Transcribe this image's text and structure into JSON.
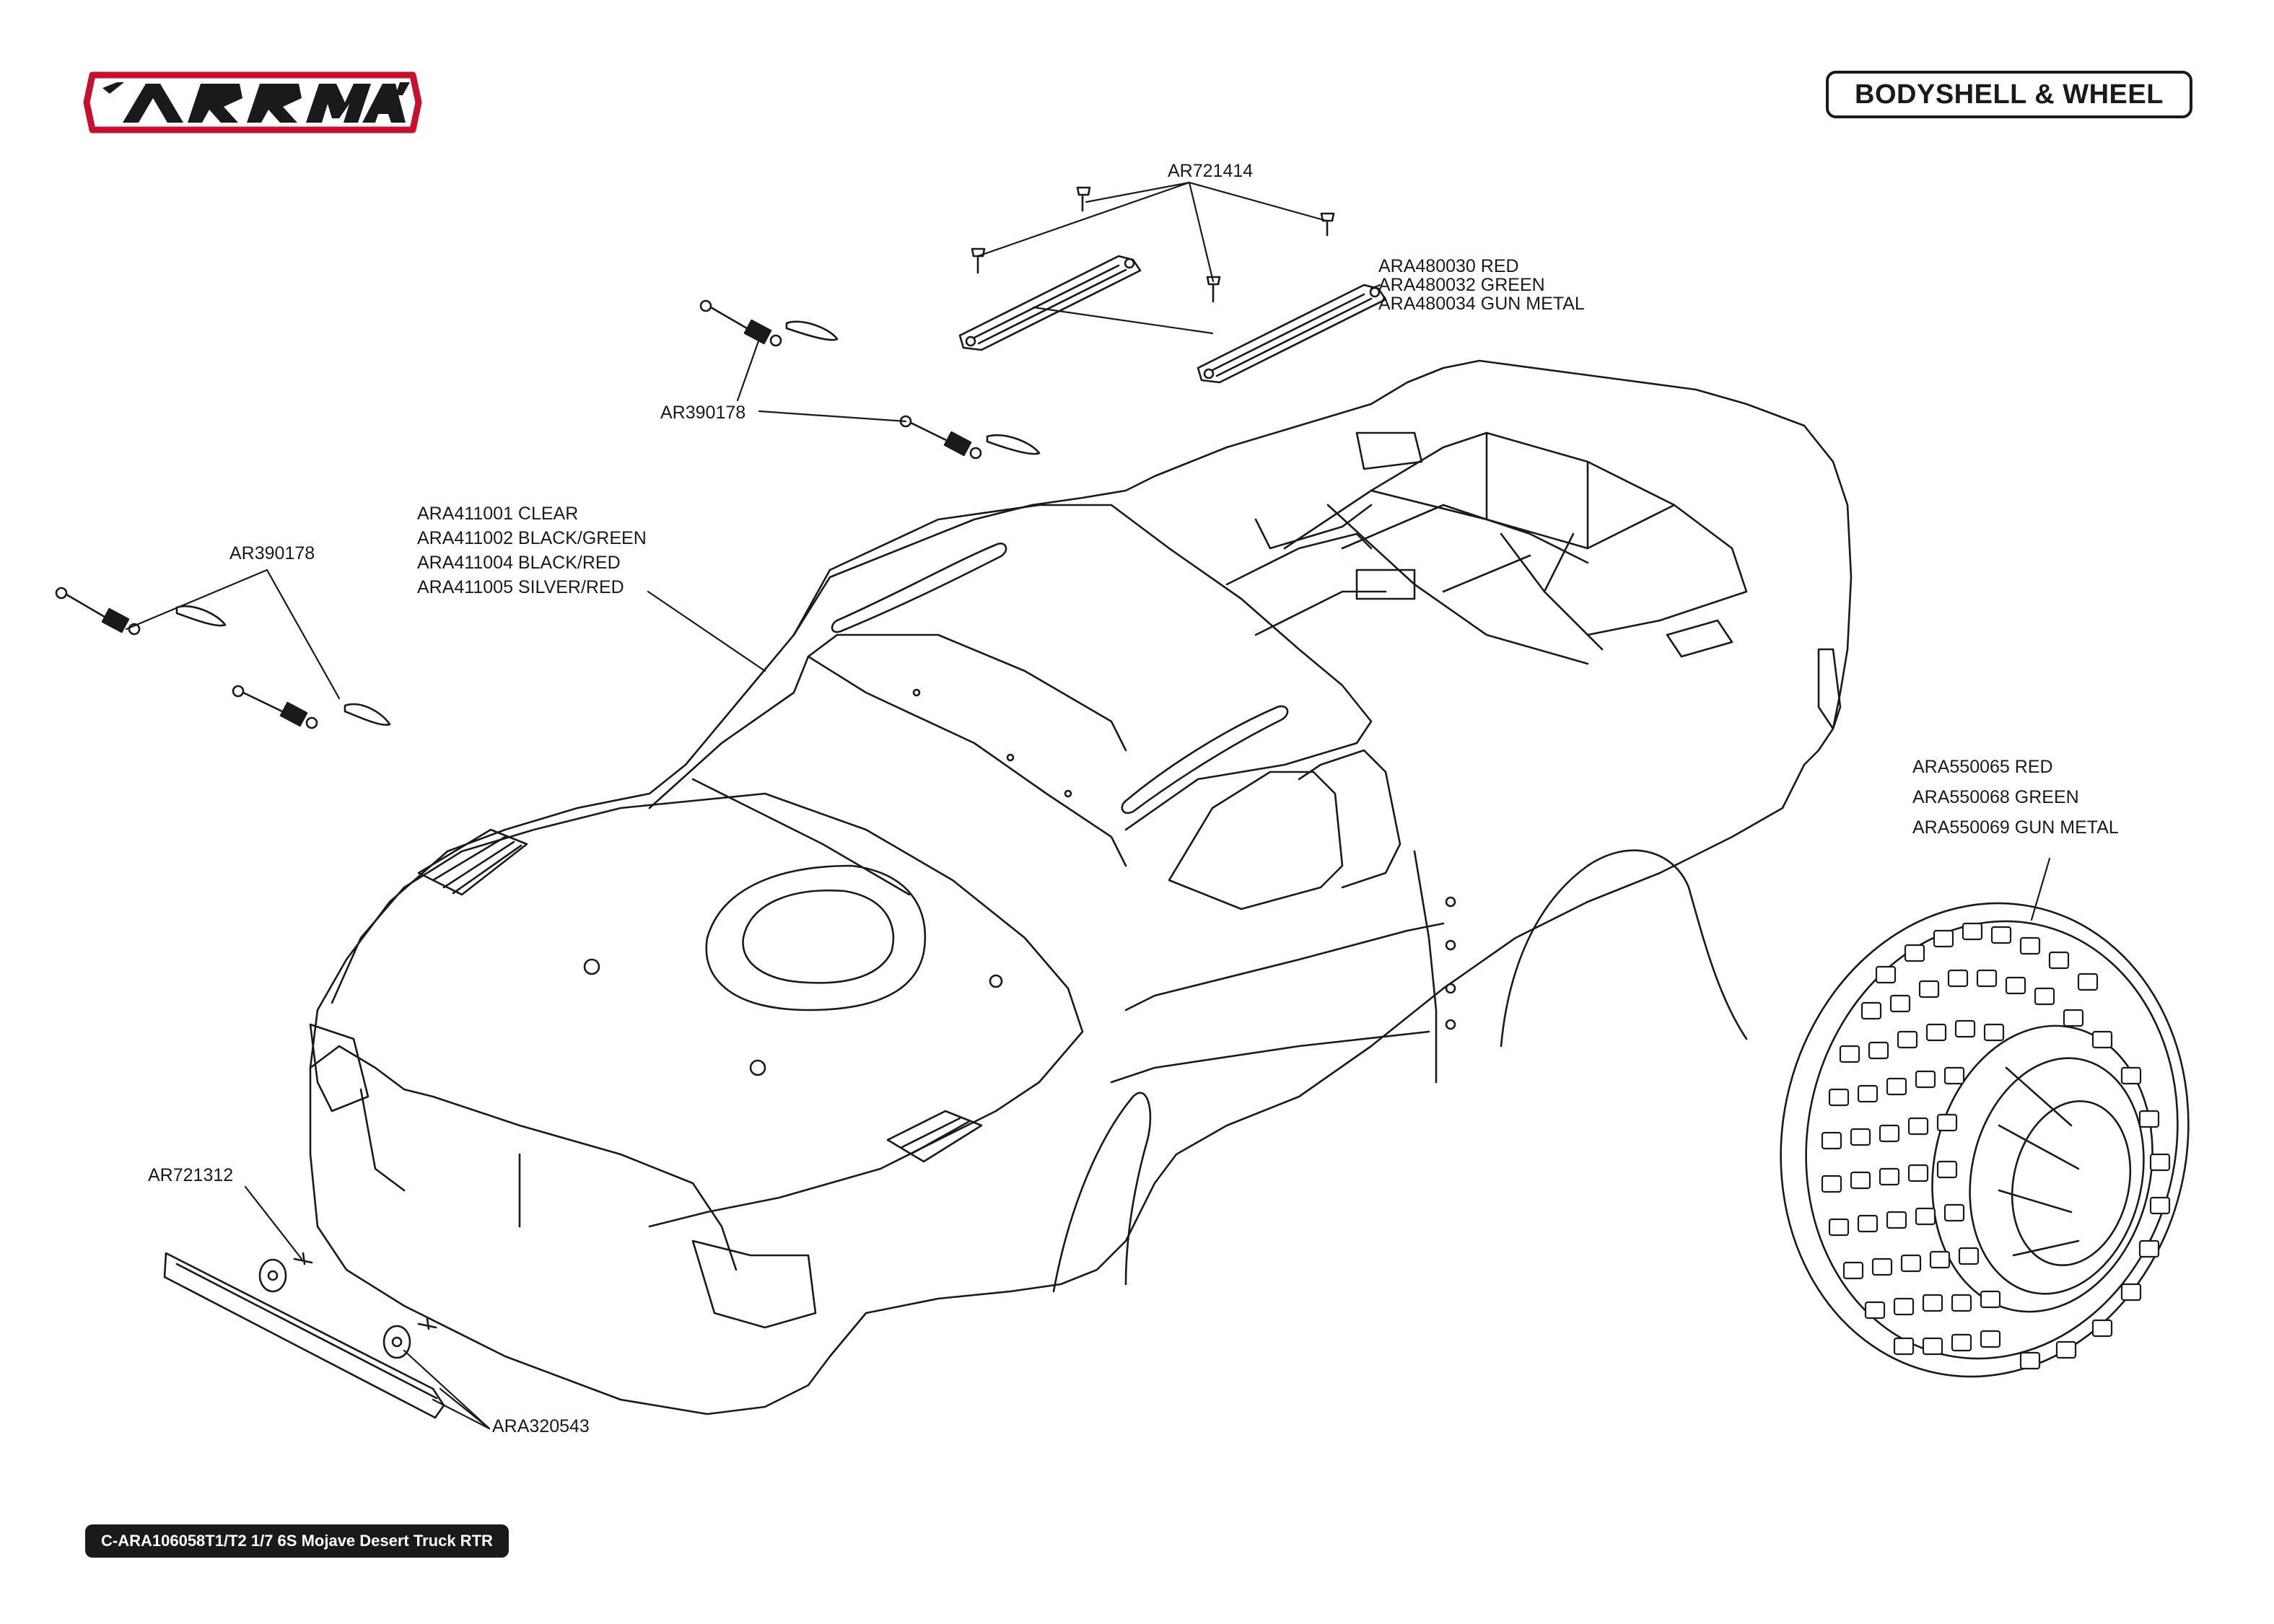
{
  "brand": {
    "logo_text": "ARRMA",
    "logo_color": "#c8102e"
  },
  "header": {
    "section_title": "BODYSHELL & WHEEL"
  },
  "callouts": {
    "screws_top": [
      "AR721414"
    ],
    "wing_buttons": [
      "ARA480030 RED",
      "ARA480032 GREEN",
      "ARA480034 GUN METAL"
    ],
    "body_clips_center": [
      "AR390178"
    ],
    "body_clips_left": [
      "AR390178"
    ],
    "bodyshell": [
      "ARA411001 CLEAR",
      "ARA411002 BLACK/GREEN",
      "ARA411004 BLACK/RED",
      "ARA411005 SILVER/RED"
    ],
    "wheel": [
      "ARA550065 RED",
      "ARA550068 GREEN",
      "ARA550069 GUN METAL"
    ],
    "bumper_screw": [
      "AR721312"
    ],
    "bumper": [
      "ARA320543"
    ]
  },
  "footer": {
    "product_code": "C-ARA106058T1/T2 1/7 6S Mojave Desert Truck RTR"
  },
  "colors": {
    "line": "#1a1a1a",
    "accent": "#c8102e",
    "fill_dark": "#1a1a1a"
  }
}
